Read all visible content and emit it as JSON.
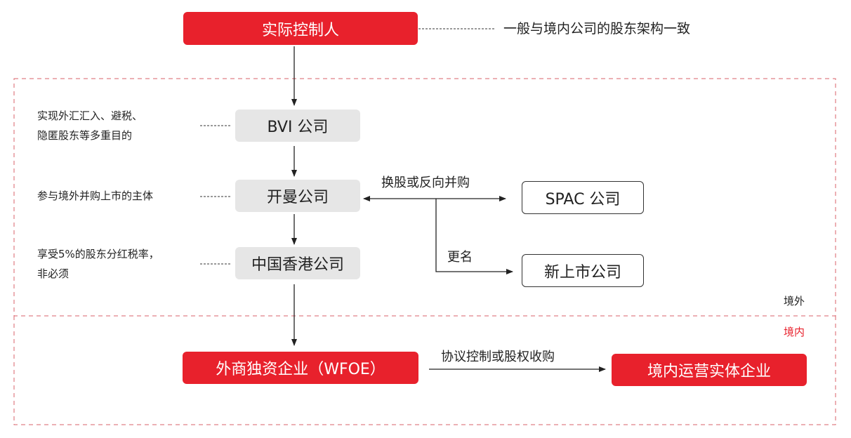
{
  "colors": {
    "accent_red": "#e8212c",
    "gray_node": "#e6e6e6",
    "region_border": "#d9626a",
    "text": "#222222"
  },
  "nodes": {
    "controller": "实际控制人",
    "bvi": "BVI 公司",
    "cayman": "开曼公司",
    "hk": "中国香港公司",
    "spac": "SPAC 公司",
    "new_listed": "新上市公司",
    "wfoe": "外商独资企业（WFOE）",
    "domestic_entity": "境内运营实体企业"
  },
  "notes": {
    "controller": "一般与境内公司的股东架构一致",
    "bvi_line1": "实现外汇汇入、避税、",
    "bvi_line2": "隐匿股东等多重目的",
    "cayman": "参与境外并购上市的主体",
    "hk_line1": "享受5%的股东分红税率，",
    "hk_line2": "非必须"
  },
  "edge_labels": {
    "swap": "换股或反向并购",
    "rename": "更名",
    "vie": "协议控制或股权收购"
  },
  "regions": {
    "offshore": "境外",
    "onshore": "境内"
  }
}
